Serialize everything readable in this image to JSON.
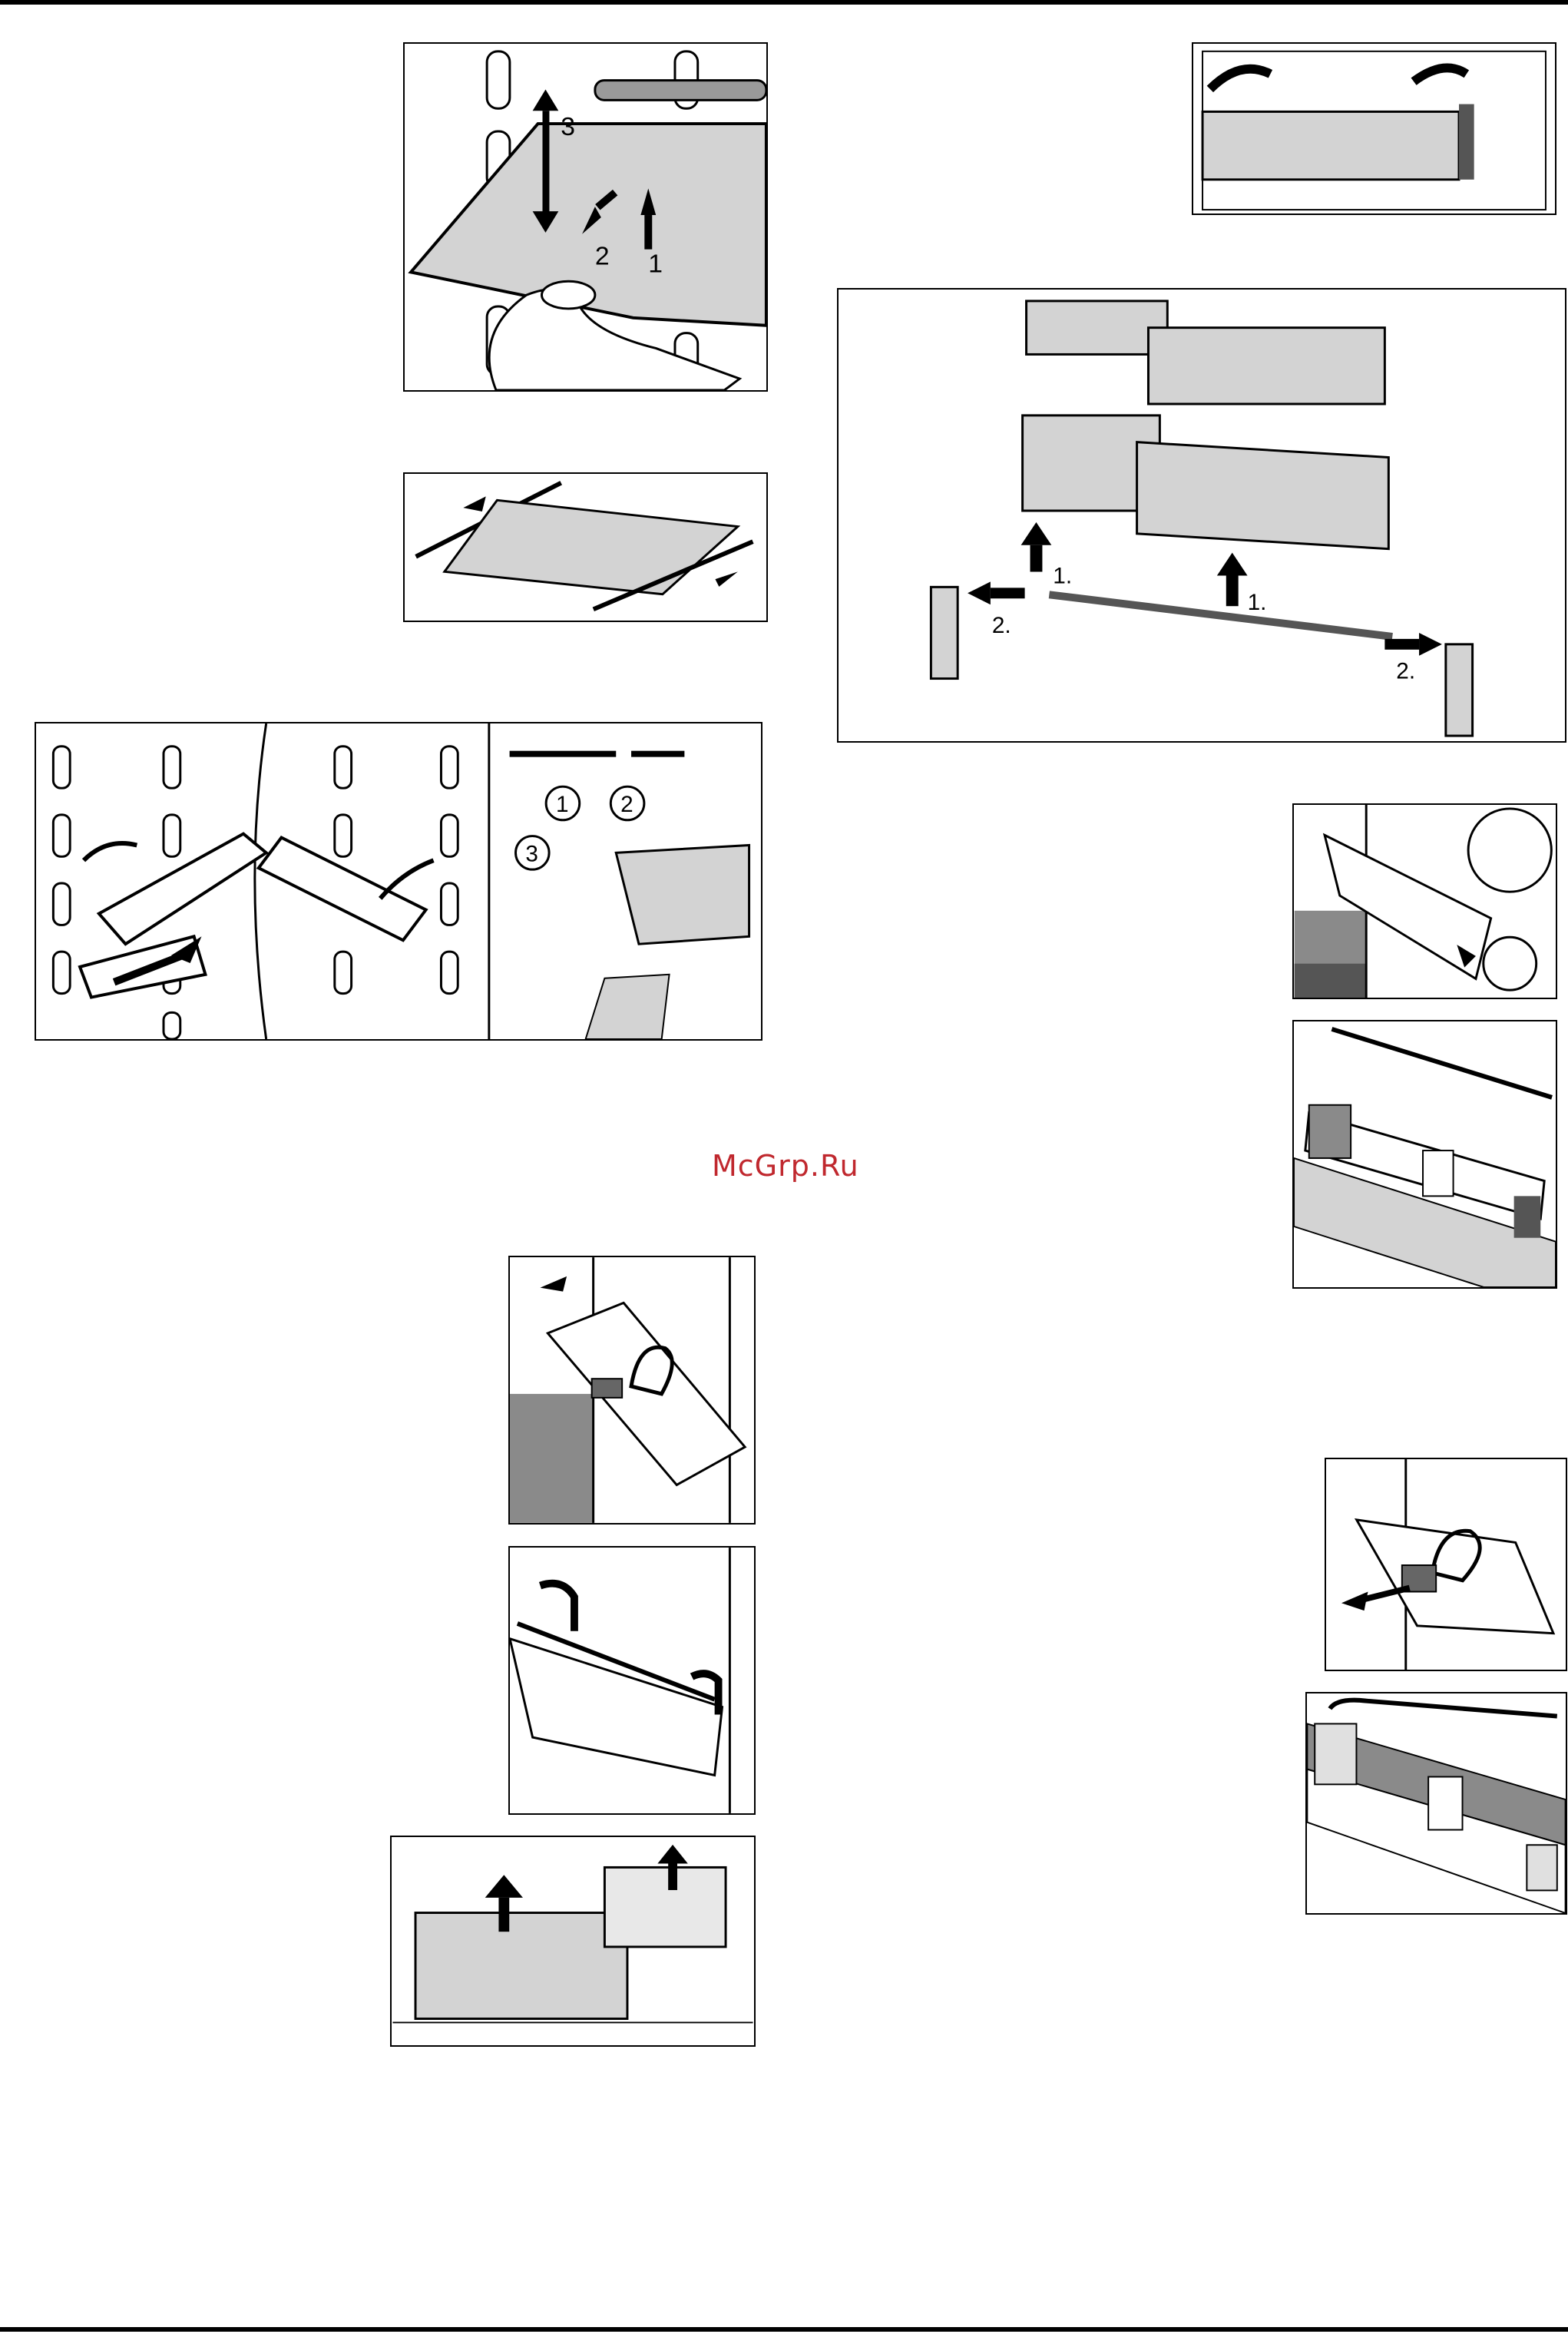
{
  "watermark": "McGrp.Ru",
  "figures": {
    "shelf_removal": {
      "labels": [
        "3",
        "2",
        "1"
      ]
    },
    "bottle_holders": {
      "labels": [
        "1",
        "2",
        "3"
      ]
    },
    "door_shelf_parts": {
      "labels": [
        "1.",
        "1.",
        "2.",
        "2."
      ]
    }
  },
  "colors": {
    "rule": "#000000",
    "watermark": "#c0282e",
    "shade": "#d3d3d3",
    "dark_shade": "#8a8a8a"
  }
}
